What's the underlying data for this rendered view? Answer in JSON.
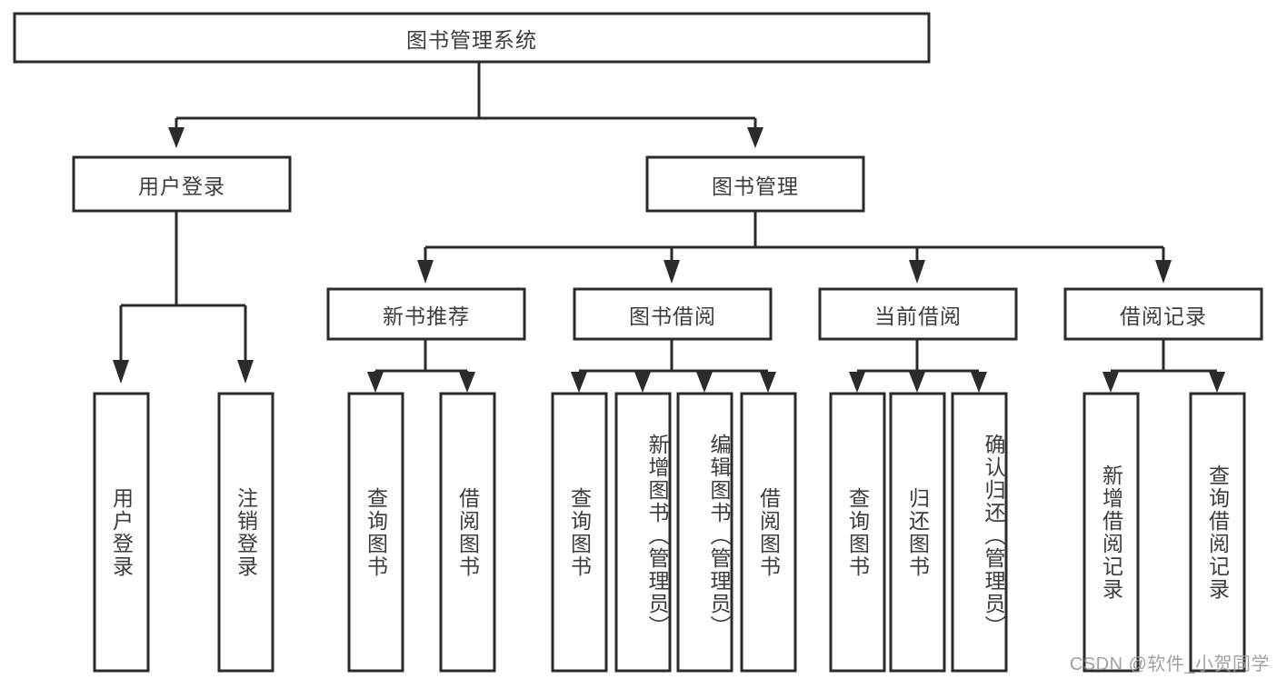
{
  "diagram": {
    "type": "tree-hierarchy",
    "title": "图书管理系统",
    "root": {
      "label": "图书管理系统"
    },
    "level2": [
      {
        "id": "user-login",
        "label": "用户登录"
      },
      {
        "id": "book-management",
        "label": "图书管理"
      }
    ],
    "level3": [
      {
        "id": "new-book-recommend",
        "label": "新书推荐"
      },
      {
        "id": "book-borrow",
        "label": "图书借阅"
      },
      {
        "id": "current-borrow",
        "label": "当前借阅"
      },
      {
        "id": "borrow-record",
        "label": "借阅记录"
      }
    ],
    "leaves": {
      "user_login": [
        {
          "id": "leaf-user-login",
          "label": "用户登录"
        },
        {
          "id": "leaf-user-logout",
          "label": "注销登录"
        }
      ],
      "new_book_recommend": [
        {
          "id": "leaf-query-book-1",
          "label": "查询图书"
        },
        {
          "id": "leaf-borrow-book-1",
          "label": "借阅图书"
        }
      ],
      "book_borrow": [
        {
          "id": "leaf-query-book-2",
          "label": "查询图书"
        },
        {
          "id": "leaf-add-book",
          "label": "新增图书（管理员）"
        },
        {
          "id": "leaf-edit-book",
          "label": "编辑图书（管理员）"
        },
        {
          "id": "leaf-borrow-book-2",
          "label": "借阅图书"
        }
      ],
      "current_borrow": [
        {
          "id": "leaf-query-book-3",
          "label": "查询图书"
        },
        {
          "id": "leaf-return-book",
          "label": "归还图书"
        },
        {
          "id": "leaf-confirm-return",
          "label": "确认归还（管理员）"
        }
      ],
      "borrow_record": [
        {
          "id": "leaf-add-record",
          "label": "新增借阅记录"
        },
        {
          "id": "leaf-query-record",
          "label": "查询借阅记录"
        }
      ]
    }
  },
  "watermark": {
    "text": "CSDN @软件_小贺同学"
  },
  "colors": {
    "stroke": "#2b2b2b",
    "box_fill": "#ffffff",
    "text": "#3c3c3c",
    "watermark": "#9a9a9a",
    "background": "#ffffff"
  }
}
